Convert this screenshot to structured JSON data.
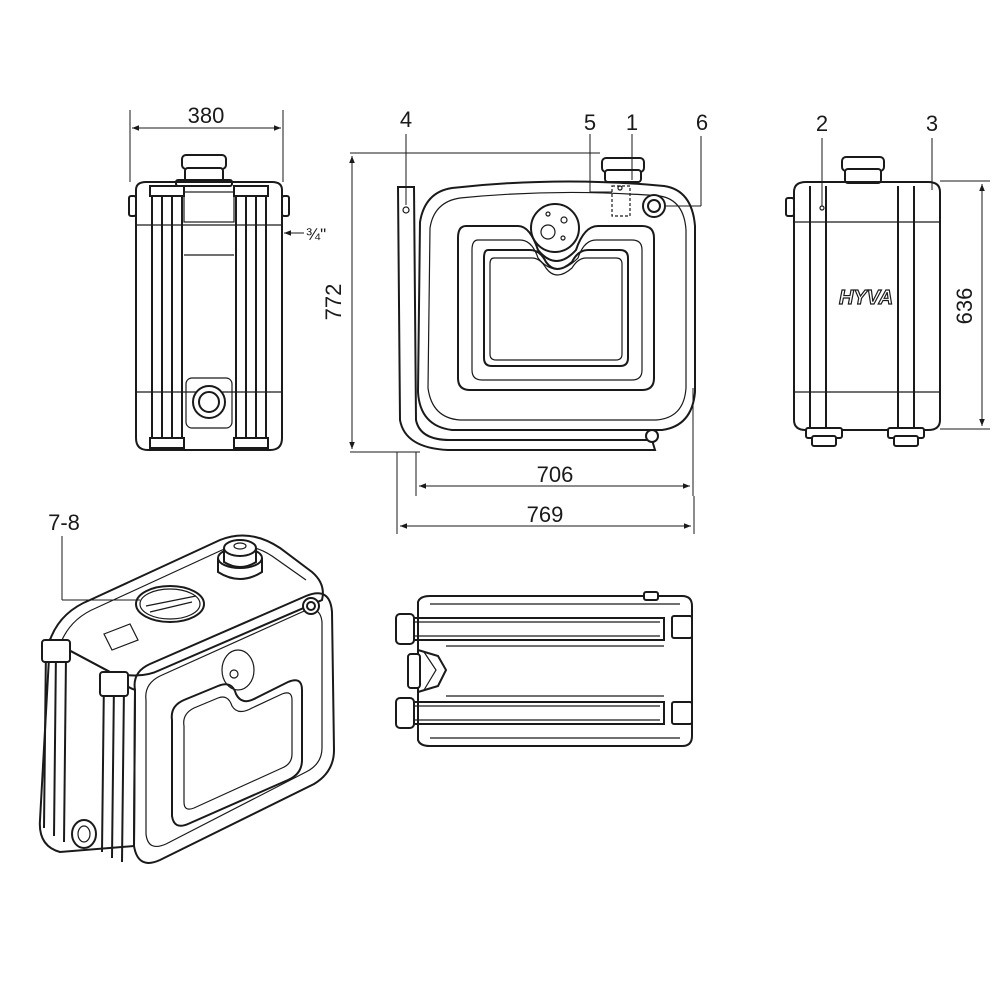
{
  "dimensions": {
    "width_side": "380",
    "height_front": "772",
    "height_side": "636",
    "width_inner": "706",
    "width_outer": "769",
    "thread": "¾\""
  },
  "callouts": {
    "c1": "1",
    "c2": "2",
    "c3": "3",
    "c4": "4",
    "c5": "5",
    "c6": "6",
    "c78": "7-8"
  },
  "brand": {
    "logo_text": "HYVA"
  },
  "colors": {
    "line": "#1a1a1a",
    "background": "#ffffff"
  }
}
